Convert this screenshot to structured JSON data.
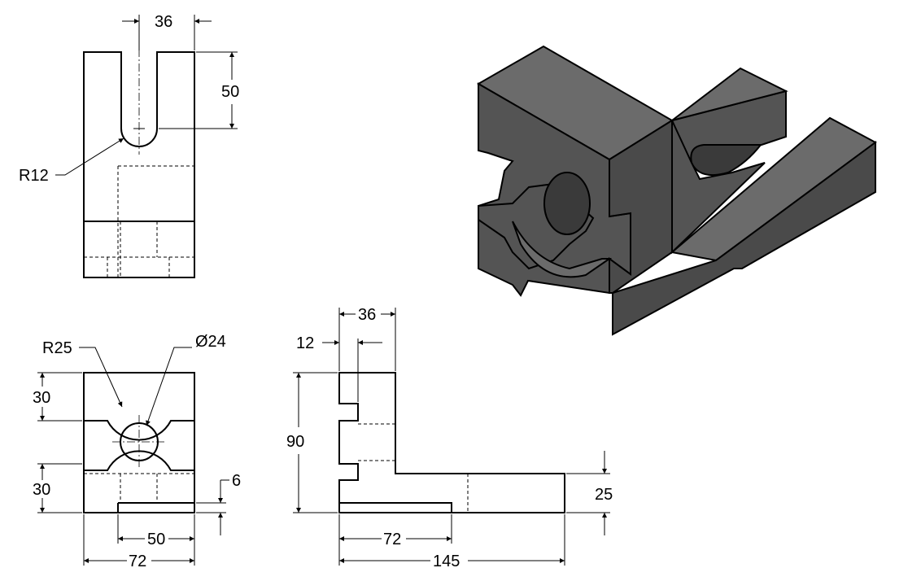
{
  "front_view": {
    "dims": {
      "slot_width": "36",
      "slot_depth": "50",
      "slot_radius": "R12"
    }
  },
  "top_view": {
    "dims": {
      "arc_radius": "R25",
      "hole_diameter": "Ø24",
      "upper_height": "30",
      "lower_height": "30",
      "recess_depth": "6",
      "inner_width": "50",
      "overall_width": "72"
    }
  },
  "side_view": {
    "dims": {
      "top_width": "36",
      "step": "12",
      "overall_height": "90",
      "base_height": "25",
      "lower_length": "72",
      "overall_length": "145"
    }
  },
  "colors": {
    "line": "#000000",
    "iso_top": "#6b6b6b",
    "iso_front": "#545454",
    "iso_side": "#4a4a4a",
    "iso_hole": "#3a3a3a"
  }
}
